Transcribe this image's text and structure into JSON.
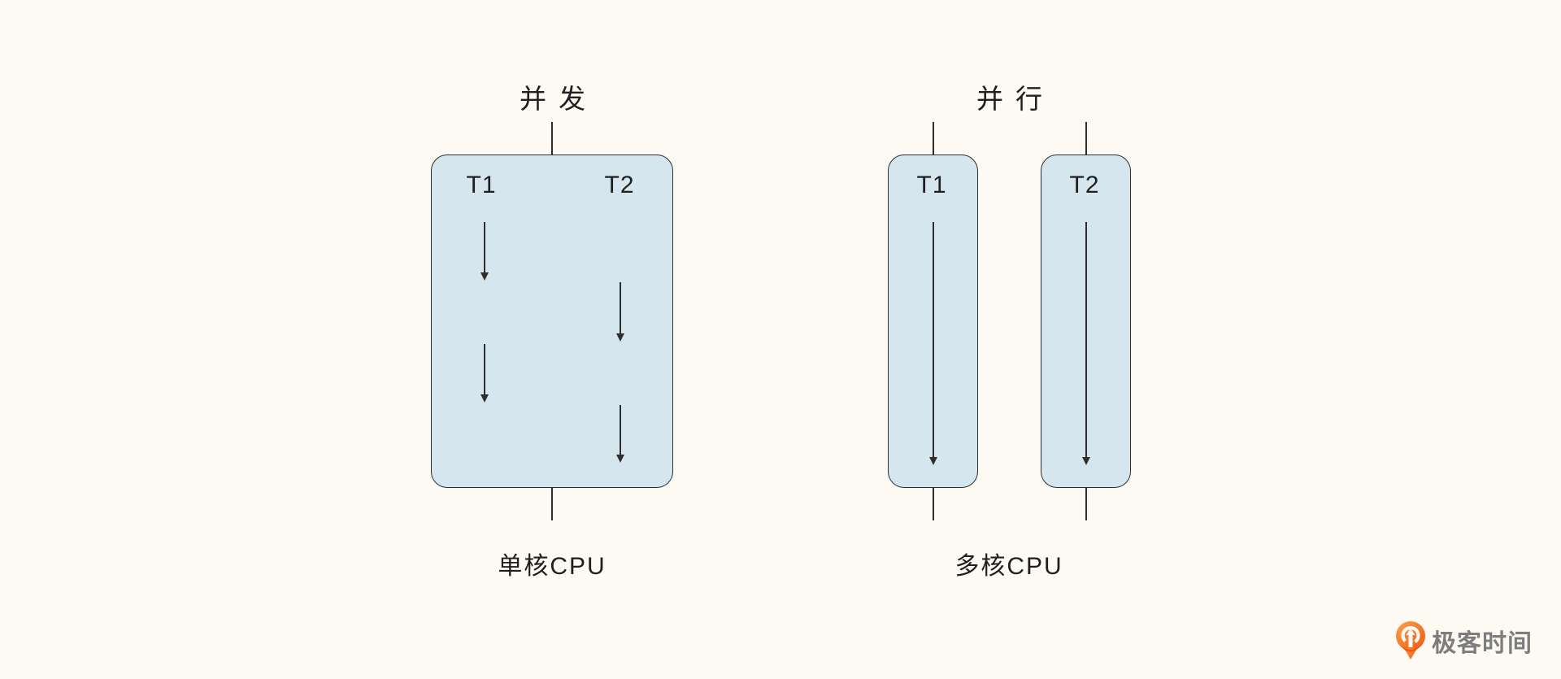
{
  "page": {
    "background_color": "#FCFAF3",
    "box_fill_color": "#D5E6EF",
    "line_color": "#2E2E2E"
  },
  "diagram": {
    "concurrency": {
      "title": "并发",
      "cpu_label": "单核CPU",
      "cpu_type": "single-core",
      "threads": [
        "T1",
        "T2"
      ],
      "execution_slices": [
        {
          "thread": "T1",
          "order": 1
        },
        {
          "thread": "T2",
          "order": 2
        },
        {
          "thread": "T1",
          "order": 3
        },
        {
          "thread": "T2",
          "order": 4
        }
      ]
    },
    "parallelism": {
      "title": "并行",
      "cpu_label": "多核CPU",
      "cpu_type": "multi-core",
      "cores": [
        {
          "thread": "T1"
        },
        {
          "thread": "T2"
        }
      ]
    }
  },
  "branding": {
    "logo_text": "极客时间",
    "logo_icon": "geektime-pin-icon",
    "logo_orange_light": "#F99F4C",
    "logo_orange_dark": "#ED5A12",
    "logo_text_color": "#7D7D7D"
  }
}
